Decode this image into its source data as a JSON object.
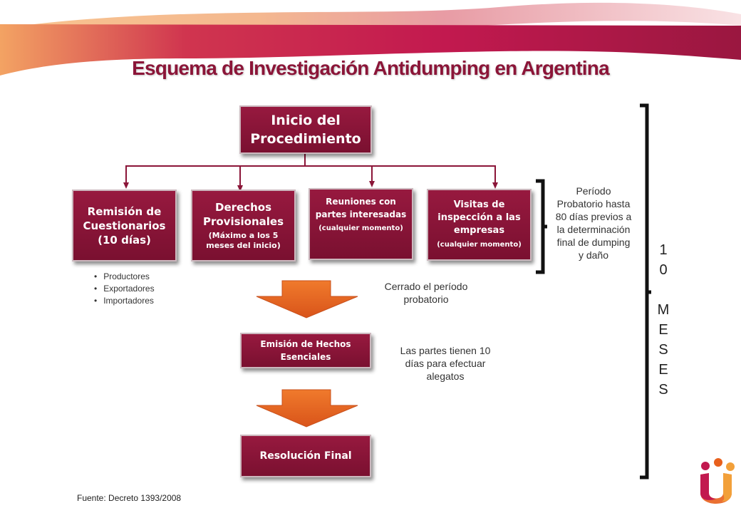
{
  "title": "Esquema de Investigación Antidumping en Argentina",
  "colors": {
    "box": "#8b1538",
    "arrow": "#e8601c",
    "banner_pink": "#c41e5a",
    "banner_orange": "#f4a25a"
  },
  "boxes": {
    "inicio": {
      "lines": [
        "Inicio del",
        "Procedimiento"
      ]
    },
    "remision": {
      "lines": [
        "Remisión de",
        "Cuestionarios",
        "(10 días)"
      ]
    },
    "derechos": {
      "lines": [
        "Derechos",
        "Provisionales"
      ],
      "sub": [
        "(Máximo a los 5",
        "meses del inicio)"
      ]
    },
    "reuniones": {
      "lines": [
        "Reuniones con",
        "partes interesadas"
      ],
      "sub": [
        "(cualquier momento)"
      ]
    },
    "visitas": {
      "lines": [
        "Visitas de",
        "inspección a las",
        "empresas"
      ],
      "sub": [
        "(cualquier momento)"
      ]
    },
    "emision": {
      "lines": [
        "Emisión de Hechos",
        "Esenciales"
      ]
    },
    "resolucion": {
      "lines": [
        "Resolución Final"
      ]
    }
  },
  "bullets": [
    "Productores",
    "Exportadores",
    "Importadores"
  ],
  "notes": {
    "periodo": [
      "Período",
      "Probatorio hasta",
      "80 días previos a",
      "la determinación",
      "final de dumping",
      "y daño"
    ],
    "cerrado": [
      "Cerrado el período",
      "probatorio"
    ],
    "partes": [
      "Las partes tienen 10",
      "días para efectuar",
      "alegatos"
    ]
  },
  "meses": [
    "1",
    "0",
    "",
    "M",
    "E",
    "S",
    "E",
    "S"
  ],
  "source": "Fuente: Decreto 1393/2008"
}
